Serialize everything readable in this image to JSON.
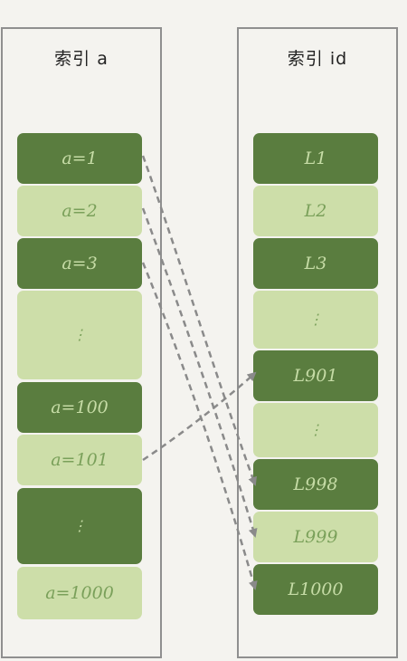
{
  "index_a": {
    "title": "索引 a",
    "rows": [
      {
        "label": "a=1"
      },
      {
        "label": "a=2"
      },
      {
        "label": "a=3"
      },
      {
        "label": "⋮"
      },
      {
        "label": "a=100"
      },
      {
        "label": "a=101"
      },
      {
        "label": "⋮"
      },
      {
        "label": "a=1000"
      }
    ]
  },
  "index_id": {
    "title": "索引 id",
    "rows": [
      {
        "label": "L1"
      },
      {
        "label": "L2"
      },
      {
        "label": "L3"
      },
      {
        "label": "⋮"
      },
      {
        "label": "L901"
      },
      {
        "label": "⋮"
      },
      {
        "label": "L998"
      },
      {
        "label": "L999"
      },
      {
        "label": "L1000"
      }
    ]
  },
  "colors": {
    "dark_block": "#5a7d3f",
    "light_block": "#cddea9",
    "arrow": "#8a8a8a",
    "border": "#8f8f8f",
    "background": "#f4f3ef"
  }
}
